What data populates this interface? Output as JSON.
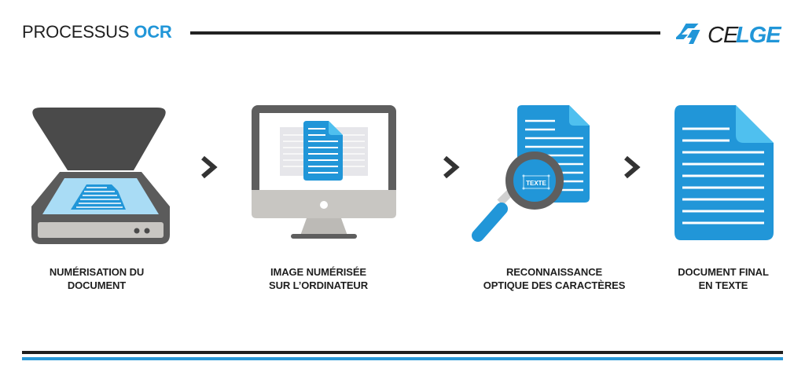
{
  "header": {
    "title_prefix": "PROCESSUS",
    "title_accent": "OCR",
    "logo": {
      "part_dark": "CE",
      "part_blue": "LGE",
      "icon": "celge-logo-mark"
    }
  },
  "steps": [
    {
      "icon": "scanner-icon",
      "line1": "NUMÉRISATION DU",
      "line2": "DOCUMENT"
    },
    {
      "icon": "computer-monitor-icon",
      "line1": "IMAGE NUMÉRISÉE",
      "line2": "SUR L’ORDINATEUR"
    },
    {
      "icon": "magnifier-document-icon",
      "line1": "RECONNAISSANCE",
      "line2": "OPTIQUE DES CARACTÈRES",
      "badge": "TEXTE"
    },
    {
      "icon": "text-document-icon",
      "line1": "DOCUMENT FINAL",
      "line2": "EN TEXTE"
    }
  ],
  "arrows": [
    "chevron-right-icon",
    "chevron-right-icon",
    "chevron-right-icon"
  ],
  "colors": {
    "accent_blue": "#2196d8",
    "light_blue": "#4fc0ef",
    "dark_gray": "#4a4a4a",
    "light_gray": "#c8c6c2",
    "text_dark": "#1f1f1f"
  }
}
